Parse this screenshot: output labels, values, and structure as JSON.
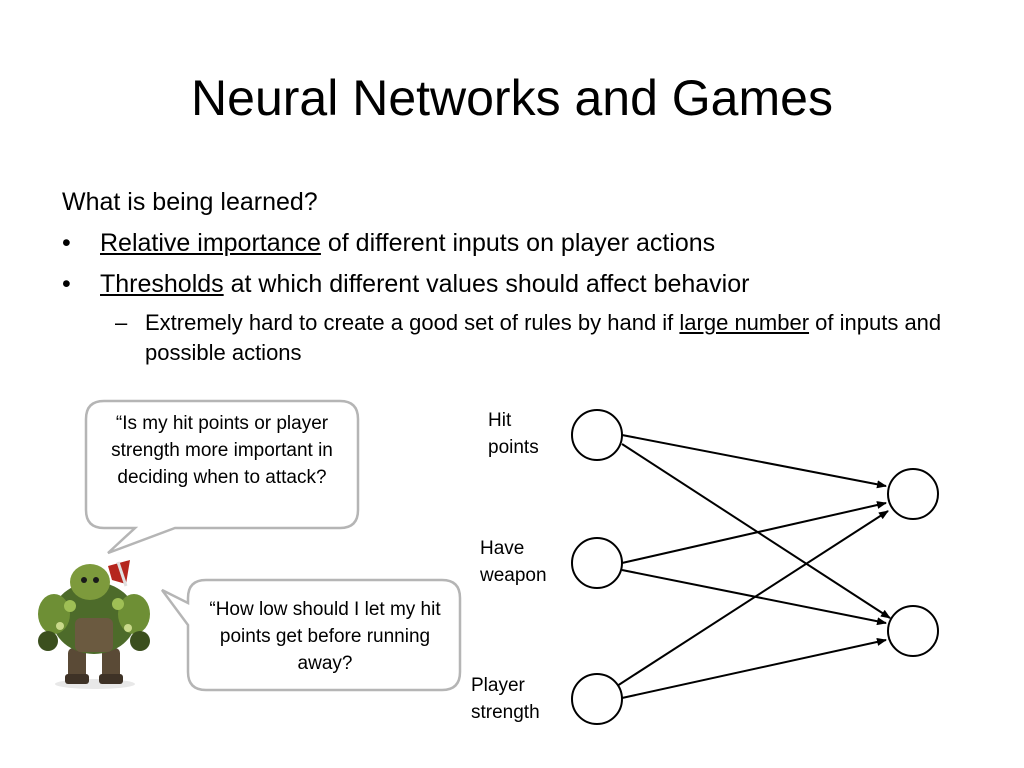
{
  "title": "Neural Networks and Games",
  "intro": "What is being learned?",
  "bullets": [
    {
      "term": "Relative importance",
      "rest": " of different inputs on player actions"
    },
    {
      "term": "Thresholds",
      "rest": " at which different values should affect behavior"
    }
  ],
  "sub_bullet": {
    "before": "Extremely hard to create a good set of rules by hand if ",
    "term": "large number",
    "after": " of inputs and possible actions"
  },
  "bubbles": {
    "top": "“Is my hit points or player strength more important in deciding when to attack?",
    "bottom": "“How low should I let my hit points get before running away?"
  },
  "network": {
    "inputs": [
      {
        "line1": "Hit",
        "line2": "points"
      },
      {
        "line1": "Have",
        "line2": "weapon"
      },
      {
        "line1": "Player",
        "line2": "strength"
      }
    ]
  }
}
